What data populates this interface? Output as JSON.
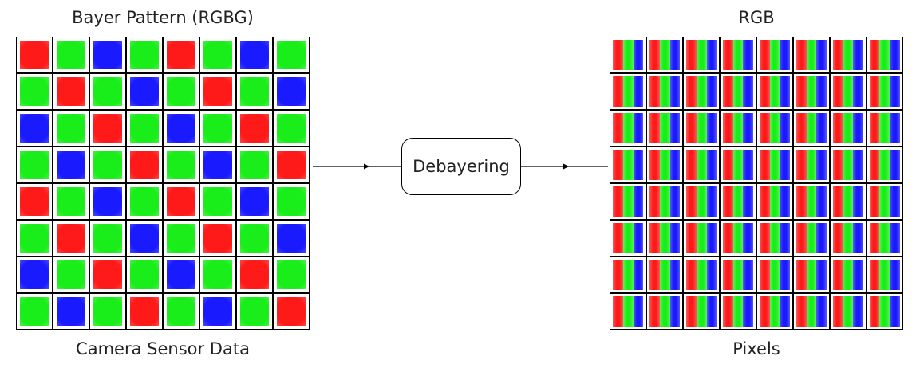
{
  "left_panel": {
    "title": "Bayer Pattern (RGBG)",
    "caption": "Camera Sensor Data",
    "pattern": [
      [
        "R",
        "G",
        "B",
        "G",
        "R",
        "G",
        "B",
        "G"
      ],
      [
        "G",
        "R",
        "G",
        "B",
        "G",
        "R",
        "G",
        "B"
      ],
      [
        "B",
        "G",
        "R",
        "G",
        "B",
        "G",
        "R",
        "G"
      ],
      [
        "G",
        "B",
        "G",
        "R",
        "G",
        "B",
        "G",
        "R"
      ],
      [
        "R",
        "G",
        "B",
        "G",
        "R",
        "G",
        "B",
        "G"
      ],
      [
        "G",
        "R",
        "G",
        "B",
        "G",
        "R",
        "G",
        "B"
      ],
      [
        "B",
        "G",
        "R",
        "G",
        "B",
        "G",
        "R",
        "G"
      ],
      [
        "G",
        "B",
        "G",
        "R",
        "G",
        "B",
        "G",
        "R"
      ]
    ]
  },
  "process": {
    "label": "Debayering"
  },
  "right_panel": {
    "title": "RGB",
    "caption": "Pixels",
    "rows": 8,
    "cols": 8,
    "pixel_stripes": [
      "R",
      "G",
      "B"
    ]
  },
  "colors": {
    "R": "#ff1a1a",
    "G": "#1aee1a",
    "B": "#1a1aff",
    "line": "#000000"
  }
}
